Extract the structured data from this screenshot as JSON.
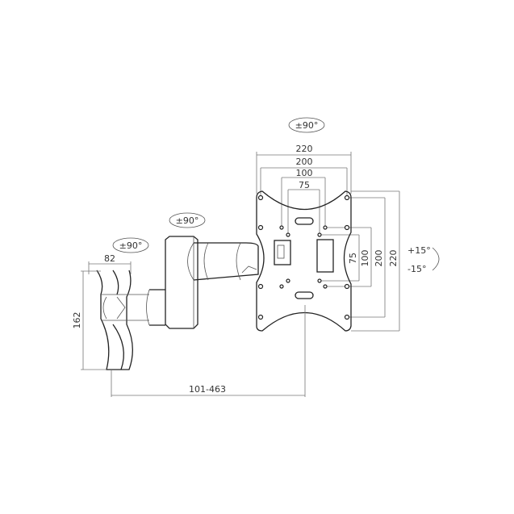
{
  "rotation_labels": {
    "plate": "±90°",
    "arm_joint": "±90°",
    "wall_joint": "±90°"
  },
  "tilt": {
    "up": "+15°",
    "down": "-15°"
  },
  "dimensions": {
    "horizontal": [
      "220",
      "200",
      "100",
      "75"
    ],
    "vertical": [
      "75",
      "100",
      "200",
      "220"
    ],
    "bracket_width": "82",
    "bracket_height": "162",
    "extension": "101-463"
  }
}
